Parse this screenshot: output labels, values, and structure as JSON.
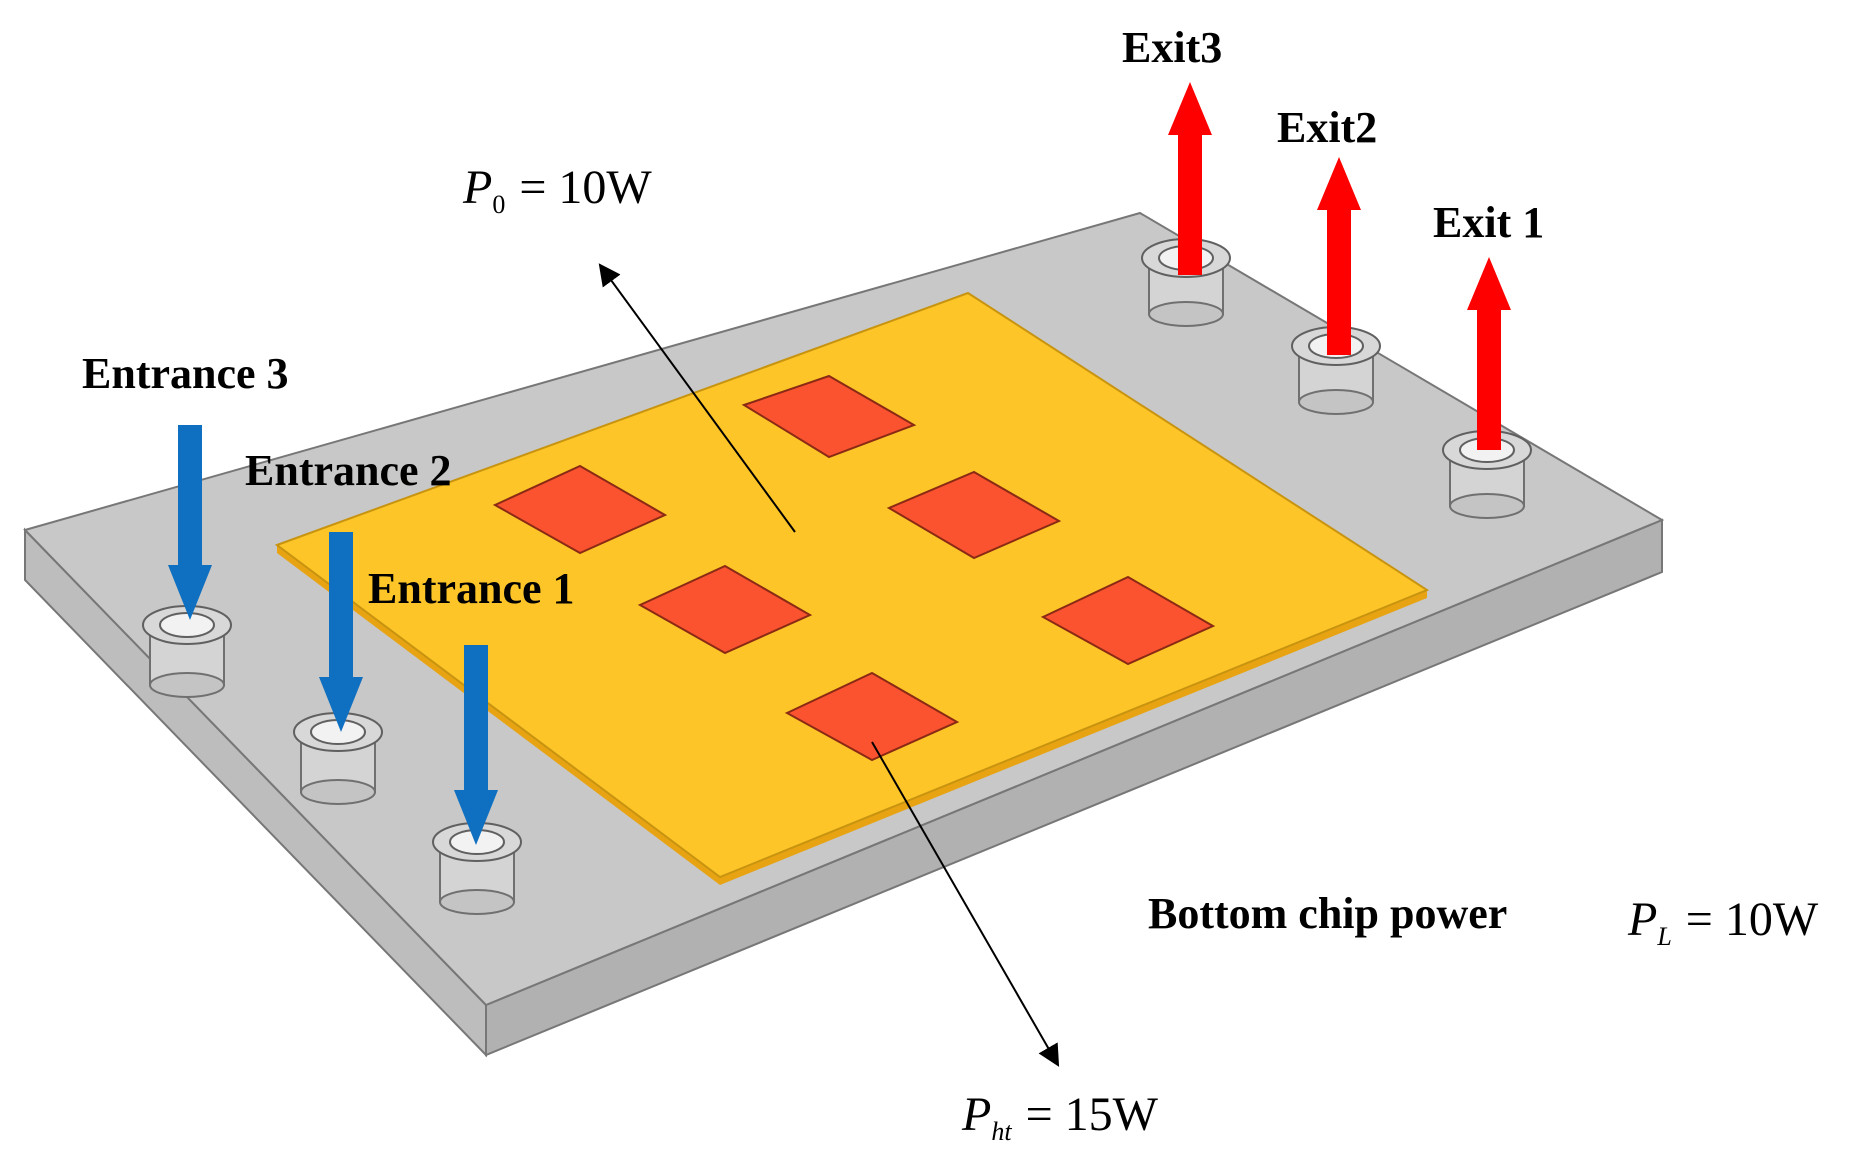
{
  "labels": {
    "entrance_3": "Entrance 3",
    "entrance_2": "Entrance 2",
    "entrance_1": "Entrance 1",
    "exit_3": "Exit3",
    "exit_2": "Exit2",
    "exit_1": "Exit 1",
    "bottom_chip_power": "Bottom chip power"
  },
  "equations": {
    "p0": {
      "symbol": "P",
      "subscript": "0",
      "value": "= 10W"
    },
    "pht": {
      "symbol": "P",
      "subscript": "ht",
      "value": "= 15W"
    },
    "pl": {
      "symbol": "P",
      "subscript": "L",
      "value": "= 10W"
    }
  },
  "colors": {
    "base_top": "#c8c8c8",
    "base_front": "#bdbdbd",
    "base_side": "#b2b2b2",
    "top_chip": "#fdc528",
    "heat_source": "#fb5230",
    "inlet_arrow": "#0f6fc0",
    "outlet_arrow": "#fe0000"
  }
}
